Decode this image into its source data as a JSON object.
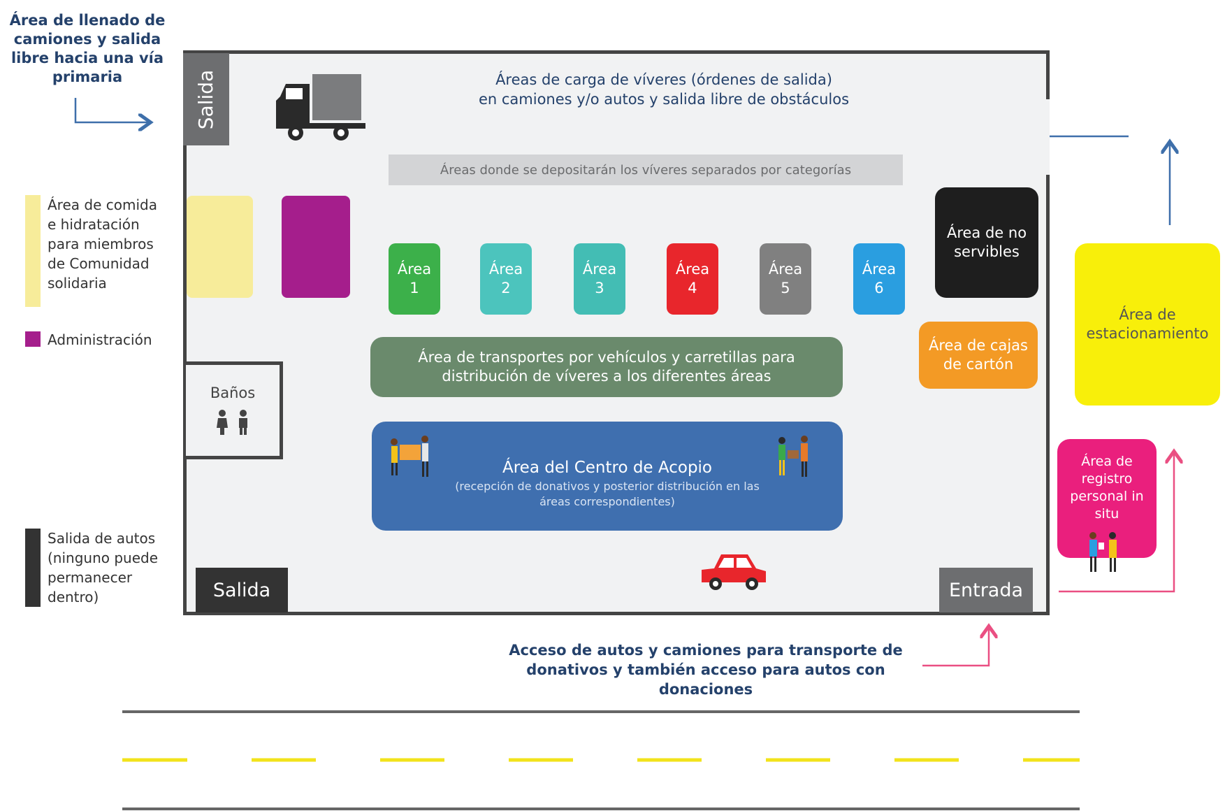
{
  "left_legend": {
    "top_note": "Área de llenado de camiones y salida libre hacia una vía primaria",
    "food_area": "Área de comida e hidratación para miembros de Comunidad solidaria",
    "admin": "Administración",
    "car_exit": "Salida de autos (ninguno puede permanecer dentro)"
  },
  "colors": {
    "food": "#f7ec9a",
    "admin": "#a51e8c",
    "exit": "#333333",
    "area1": "#3cb04a",
    "area2": "#4cc4bd",
    "area3": "#43bdb4",
    "area4": "#e8262c",
    "area5": "#808080",
    "area6": "#2a9ee0",
    "transport": "#6a8a6c",
    "acopio": "#3f6faf",
    "boxes": "#f39a25",
    "parking": "#f8ef0a",
    "registro": "#ea1f7d",
    "blue_arrow": "#3e6faa",
    "pink_arrow": "#ea4f82"
  },
  "building": {
    "top_exit": "Salida",
    "top_title_1": "Áreas de carga de víveres (órdenes de salida)",
    "top_title_2": "en camiones y/o autos y salida libre de obstáculos",
    "deposit_banner": "Áreas donde se depositarán los víveres separados por categorías",
    "areas": [
      {
        "word": "Área",
        "num": "1"
      },
      {
        "word": "Área",
        "num": "2"
      },
      {
        "word": "Área",
        "num": "3"
      },
      {
        "word": "Área",
        "num": "4"
      },
      {
        "word": "Área",
        "num": "5"
      },
      {
        "word": "Área",
        "num": "6"
      }
    ],
    "no_servibles": "Área de no servibles",
    "banos": "Baños",
    "transport": "Área de transportes por vehículos y carretillas para distribución de víveres a los diferentes áreas",
    "cajas": "Área de cajas de cartón",
    "acopio_title": "Área del Centro de Acopio",
    "acopio_sub": "(recepción de donativos y posterior distribución en las áreas correspondientes)",
    "bottom_exit": "Salida",
    "entrance": "Entrada"
  },
  "right": {
    "parking": "Área de estacionamiento",
    "registro": "Área de registro personal in situ"
  },
  "bottom_note": "Acceso de autos y camiones para transporte de donativos y también acceso para autos con donaciones"
}
